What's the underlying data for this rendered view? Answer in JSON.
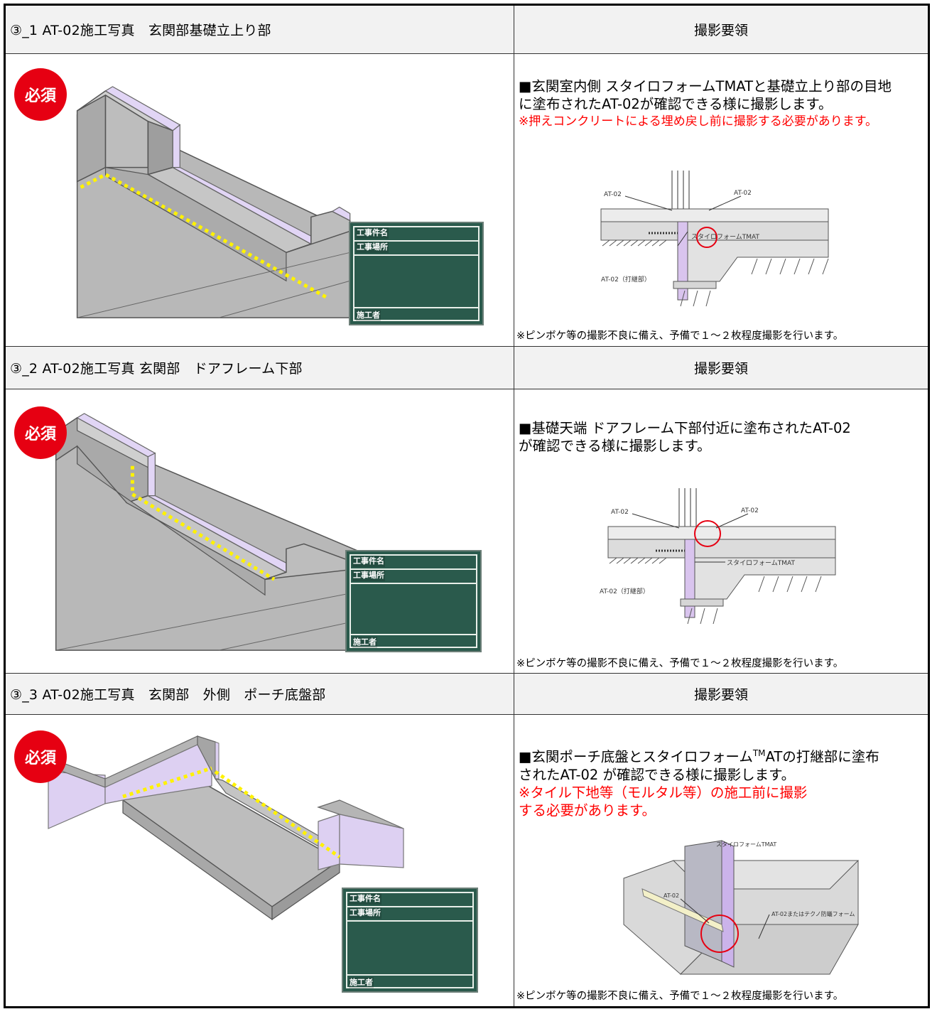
{
  "sections": [
    {
      "title": "③_1 AT-02施工写真　玄関部基礎立上り部",
      "header_right": "撮影要領",
      "badge": "必須",
      "desc_lines": [
        "■玄関室内側 スタイロフォームTMATと基礎立上り部の目地",
        "に塗布されたAT-02が確認できる様に撮影します。"
      ],
      "red_lines": [
        "※押えコンクリートによる埋め戻し前に撮影する必要があります。"
      ],
      "note": "※ピンボケ等の撮影不良に備え、予備で１～２枚程度撮影を行います。",
      "board": {
        "field1": "工事件名",
        "field2": "工事場所",
        "field3": "施工者"
      },
      "diagram": {
        "label_left": "AT-02",
        "label_right": "AT-02",
        "label_stylo": "スタイロフォームTMAT",
        "label_joint": "AT-02（打継部）"
      }
    },
    {
      "title": "③_2 AT-02施工写真 玄関部　ドアフレーム下部",
      "header_right": "撮影要領",
      "badge": "必須",
      "desc_lines": [
        "■基礎天端 ドアフレーム下部付近に塗布されたAT-02",
        "が確認できる様に撮影します。"
      ],
      "red_lines": [],
      "note": "※ピンボケ等の撮影不良に備え、予備で１～２枚程度撮影を行います。",
      "board": {
        "field1": "工事件名",
        "field2": "工事場所",
        "field3": "施工者"
      },
      "diagram": {
        "label_left": "AT-02",
        "label_right": "AT-02",
        "label_stylo": "スタイロフォームTMAT",
        "label_joint": "AT-02（打継部）"
      }
    },
    {
      "title": "③_3 AT-02施工写真　玄関部　外側　ポーチ底盤部",
      "header_right": "撮影要領",
      "badge": "必須",
      "desc_line1_pre": "■玄関ポーチ底盤とスタイロフォーム",
      "desc_line1_sup": "TM",
      "desc_line1_post": "ATの打継部に塗布",
      "desc_line2": "されたAT-02 が確認できる様に撮影します。",
      "red_lines": [
        "※タイル下地等（モルタル等）の施工前に撮影",
        "する必要があります。"
      ],
      "note": "※ピンボケ等の撮影不良に備え、予備で１～２枚程度撮影を行います。",
      "board": {
        "field1": "工事件名",
        "field2": "工事場所",
        "field3": "施工者"
      },
      "diagram": {
        "label_stylo": "スタイロフォームTMAT",
        "label_at": "AT-02",
        "label_alt": "AT-02またはテクノ防蟻フォーム"
      }
    }
  ],
  "colors": {
    "badge_red": "#e60012",
    "note_red": "#ff0000",
    "board_green": "#2a5a4c",
    "insulation_purple": "#e1d5f5",
    "marker_yellow": "#fff200"
  }
}
